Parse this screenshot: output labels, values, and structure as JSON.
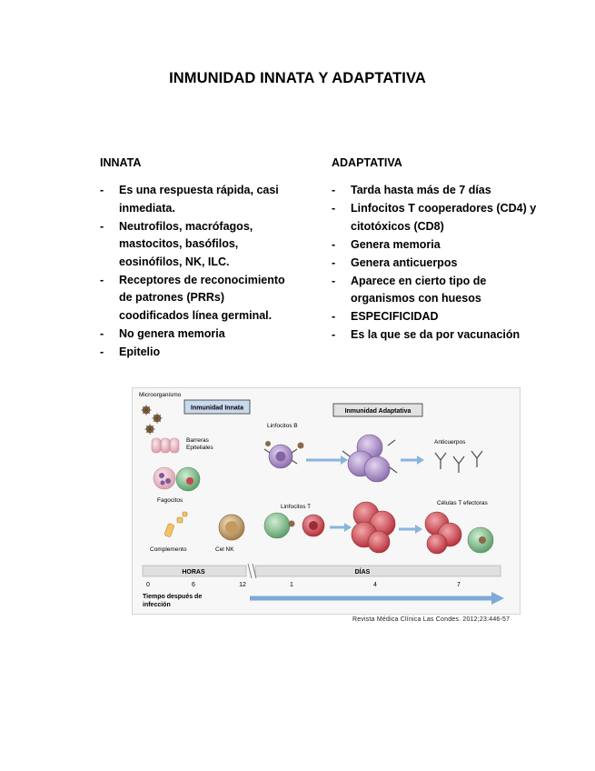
{
  "title": "INMUNIDAD INNATA Y ADAPTATIVA",
  "innata": {
    "heading": "INNATA",
    "items": [
      "Es una respuesta rápida, casi inmediata.",
      "Neutrofilos, macrófagos, mastocitos, basófilos, eosinófilos, NK, ILC.",
      "Receptores de reconocimiento de patrones (PRRs) coodificados línea germinal.",
      "No genera memoria",
      "Epitelio"
    ]
  },
  "adaptativa": {
    "heading": "ADAPTATIVA",
    "items": [
      "Tarda hasta más de 7 días",
      "Linfocitos T cooperadores (CD4) y citotóxicos (CD8)",
      "Genera memoria",
      "Genera anticuerpos",
      "Aparece en cierto tipo de organismos con huesos",
      "ESPECIFICIDAD",
      "Es la que se da por vacunación"
    ]
  },
  "figure": {
    "labels": {
      "microorganismo": "Microorganismo",
      "innate_box": "Inmunidad Innata",
      "adaptive_box": "Inmunidad Adaptativa",
      "barreras": "Barreras",
      "epiteliales": "Epiteliales",
      "fagocitos": "Fagocitos",
      "complemento": "Complemento",
      "cel_nk": "Cel NK",
      "linfocitos_b": "Linfocitos B",
      "linfocitos_t": "Linfocitos T",
      "anticuerpos": "Anticuerpos",
      "celulas_t": "Células T efectoras",
      "horas": "HORAS",
      "dias": "DÍAS",
      "tiempo_1": "Tiempo después de",
      "tiempo_2": "infección"
    },
    "ticks": [
      "0",
      "6",
      "12",
      "1",
      "4",
      "7"
    ],
    "colors": {
      "innate_box": "#c9d9ec",
      "b_cell": "#a98cc4",
      "t_cell_green": "#7fbf8c",
      "red_cell": "#c8454f",
      "arrow": "#8ab4dd"
    }
  },
  "caption": "Revista Médica Clínica Las Condes. 2012;23:446-57"
}
